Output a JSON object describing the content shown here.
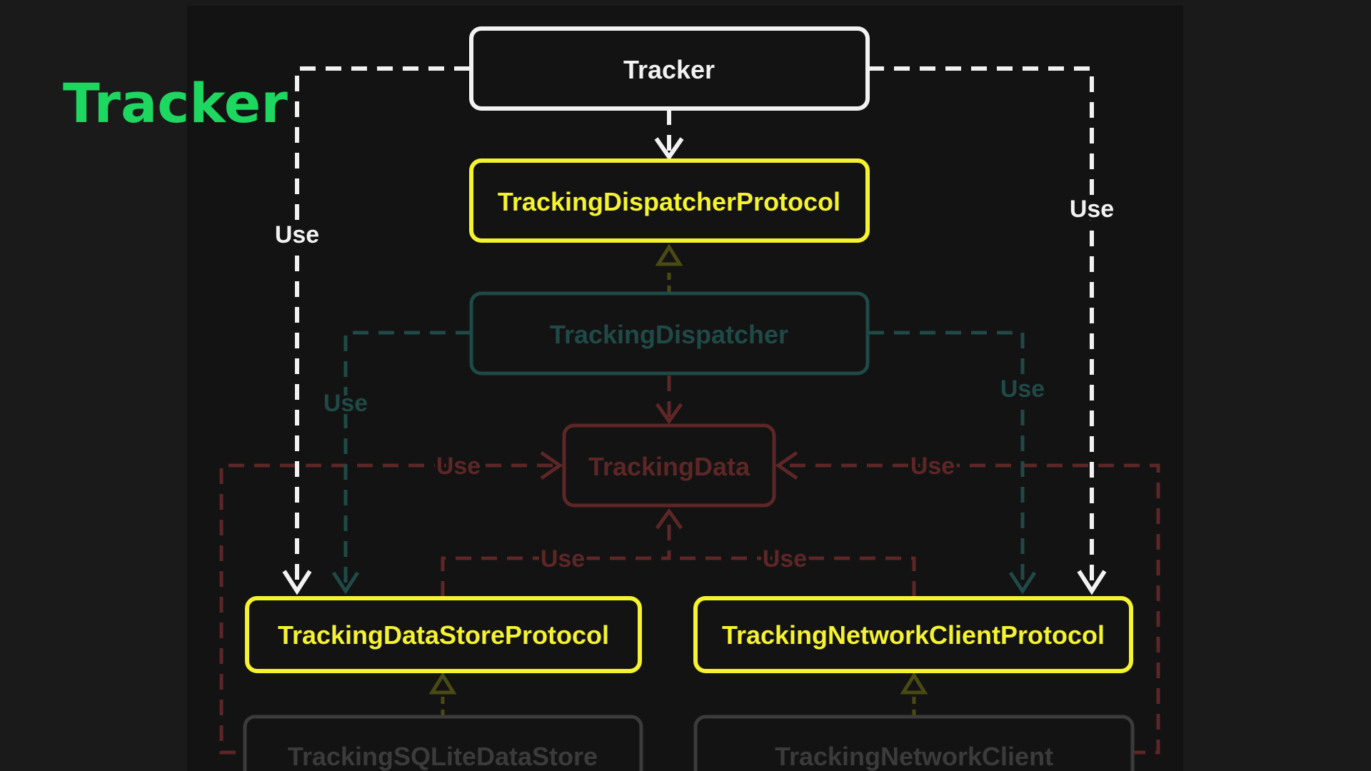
{
  "title": "Tracker",
  "colors": {
    "title": "#1ed760",
    "active": "#f2f2f2",
    "protocol": "#f5f230",
    "dispatcher": "#1f4a47",
    "data": "#5e2626",
    "implementation": "#3b3b3b",
    "protocol_arrow_faded": "#4a4a14"
  },
  "nodes": {
    "tracker": "Tracker",
    "dispatcher_protocol": "TrackingDispatcherProtocol",
    "dispatcher": "TrackingDispatcher",
    "tracking_data": "TrackingData",
    "datastore_protocol": "TrackingDataStoreProtocol",
    "network_client_protocol": "TrackingNetworkClientProtocol",
    "sqlite_datastore": "TrackingSQLiteDataStore",
    "network_client": "TrackingNetworkClient"
  },
  "edges": {
    "tracker_to_datastore": "Use",
    "tracker_to_network": "Use",
    "dispatcher_to_datastore": "Use",
    "dispatcher_to_network": "Use",
    "left_to_data": "Use",
    "right_to_data": "Use",
    "datastore_protocol_to_data": "Use",
    "network_protocol_to_data": "Use"
  }
}
